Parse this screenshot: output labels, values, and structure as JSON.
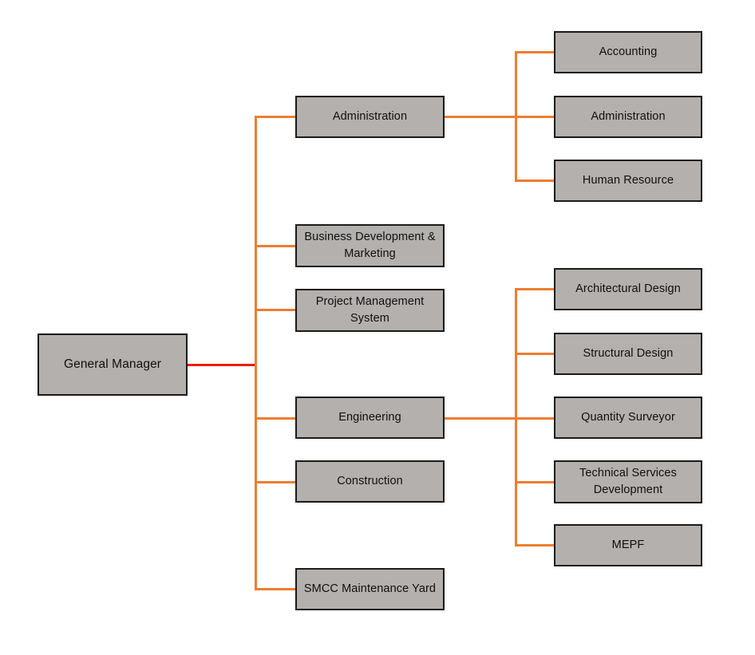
{
  "chart": {
    "type": "org-chart",
    "title": "",
    "colors": {
      "node_fill": "#b3b0ae",
      "node_border": "#1a1a1a",
      "connector": "#ed7d31",
      "root_connector": "#ee1c10",
      "text": "#101010",
      "background": "#ffffff"
    },
    "levels": {
      "root": "General Manager",
      "divisions": [
        "Administration",
        "Business Development & Marketing",
        "Project Management System",
        "Engineering",
        "Construction",
        "SMCC Maintenance Yard"
      ],
      "administration_units": [
        "Accounting",
        "Administration",
        "Human Resource"
      ],
      "engineering_units": [
        "Architectural Design",
        "Structural Design",
        "Quantity Surveyor",
        "Technical Services Development",
        "MEPF"
      ]
    }
  },
  "nodes": {
    "root": {
      "label": "General Manager"
    },
    "division_1": {
      "label": "Administration"
    },
    "division_2_line1": {
      "label": "Business Development &"
    },
    "division_2_line2": {
      "label": "Marketing"
    },
    "division_3_line1": {
      "label": "Project Management"
    },
    "division_3_line2": {
      "label": "System"
    },
    "division_4": {
      "label": "Engineering"
    },
    "division_5": {
      "label": "Construction"
    },
    "division_6": {
      "label": "SMCC Maintenance Yard"
    },
    "admin_1": {
      "label": "Accounting"
    },
    "admin_2": {
      "label": "Administration"
    },
    "admin_3": {
      "label": "Human Resource"
    },
    "eng_1": {
      "label": "Architectural Design"
    },
    "eng_2": {
      "label": "Structural Design"
    },
    "eng_3": {
      "label": "Quantity Surveyor"
    },
    "eng_4_line1": {
      "label": "Technical Services"
    },
    "eng_4_line2": {
      "label": "Development"
    },
    "eng_5": {
      "label": "MEPF"
    }
  }
}
